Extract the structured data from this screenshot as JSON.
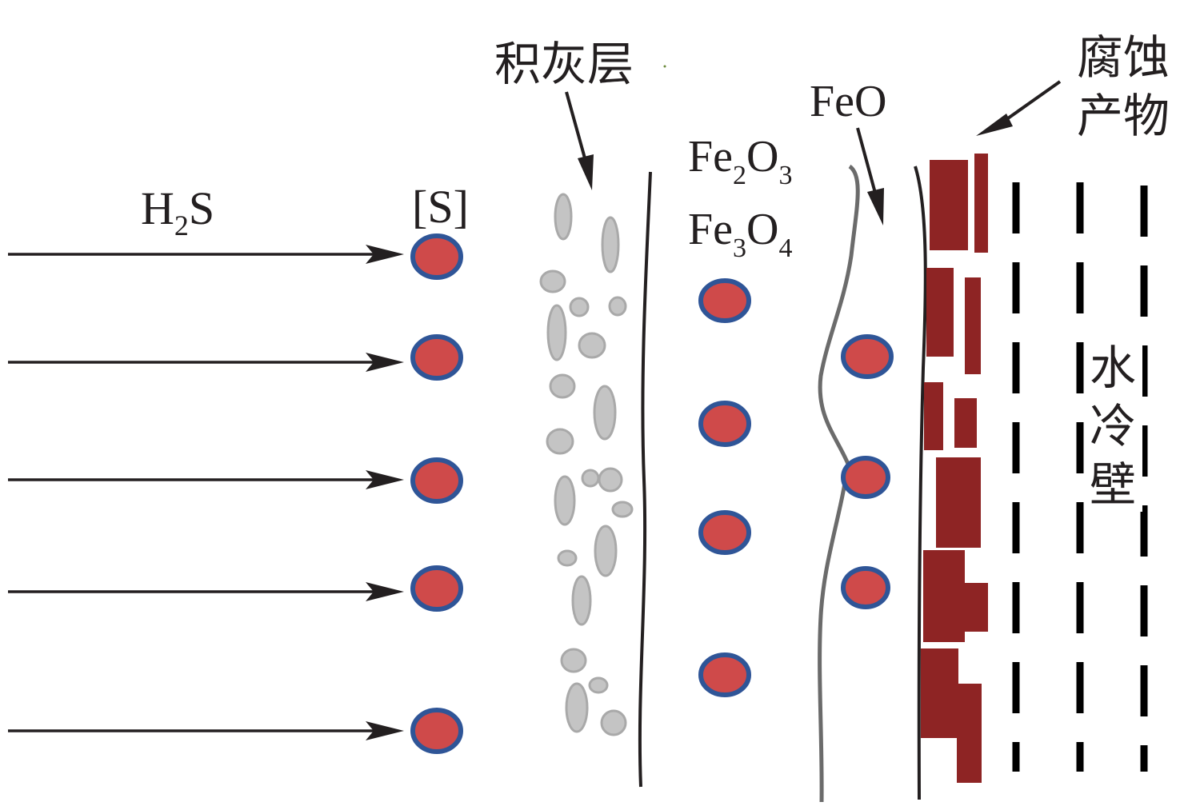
{
  "labels": {
    "h2s": {
      "main": "H",
      "sub": "2",
      "tail": "S"
    },
    "s_bracket": "[S]",
    "ash_layer": "积灰层",
    "fe2o3": {
      "a": "Fe",
      "a_sub": "2",
      "b": "O",
      "b_sub": "3"
    },
    "fe3o4": {
      "a": "Fe",
      "a_sub": "3",
      "b": "O",
      "b_sub": "4"
    },
    "feo": "FeO",
    "corrosion_line1": "腐蚀",
    "corrosion_line2": "产物",
    "water_wall_1": "水",
    "water_wall_2": "冷",
    "water_wall_3": "壁"
  },
  "colors": {
    "ink": "#231f20",
    "particle_fill": "#cf4a4a",
    "particle_ring": "#2f5597",
    "ash": "#bdbdbd",
    "ash_stroke": "#a8a8a8",
    "corrosion": "#8e2424"
  },
  "icons": {
    "incoming_arrow": "right-arrow",
    "pointer_arrow": "arrow-pointer",
    "sulfur_particle": "red-dot-blue-ring",
    "ash_particle": "gray-ellipse"
  }
}
